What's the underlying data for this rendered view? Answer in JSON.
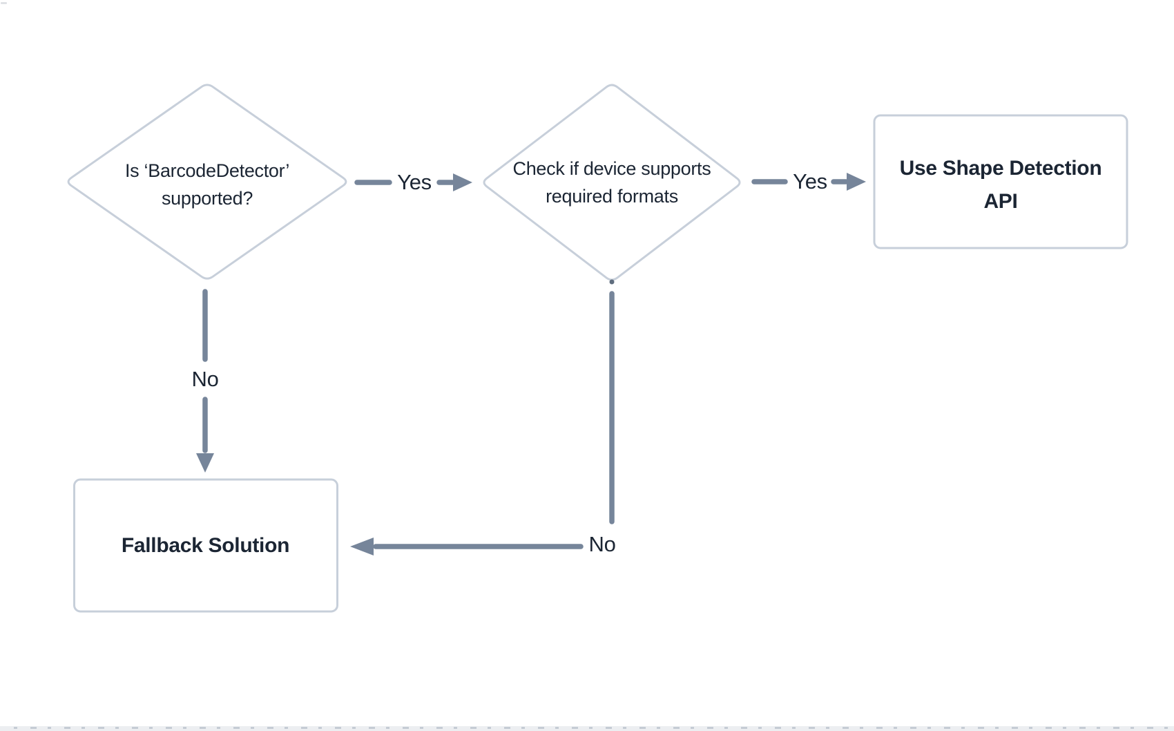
{
  "flowchart": {
    "nodes": {
      "decision_supported": {
        "type": "decision",
        "label": "Is ‘BarcodeDetector’ supported?"
      },
      "decision_formats": {
        "type": "decision",
        "label": "Check if device supports required formats"
      },
      "process_shape_api": {
        "type": "process",
        "label": "Use Shape Detection API"
      },
      "process_fallback": {
        "type": "process",
        "label": "Fallback Solution"
      }
    },
    "edges": {
      "supported_yes": {
        "from": "decision_supported",
        "to": "decision_formats",
        "label": "Yes"
      },
      "formats_yes": {
        "from": "decision_formats",
        "to": "process_shape_api",
        "label": "Yes"
      },
      "supported_no": {
        "from": "decision_supported",
        "to": "process_fallback",
        "label": "No"
      },
      "formats_no": {
        "from": "decision_formats",
        "to": "process_fallback",
        "label": "No"
      }
    },
    "colors": {
      "background": "#ffffff",
      "node_border": "#c7cfda",
      "node_fill": "#ffffff",
      "arrow": "#76859a",
      "text": "#1b2533",
      "strip_background": "#eceef1",
      "strip_tick": "#c5ccd4"
    }
  }
}
